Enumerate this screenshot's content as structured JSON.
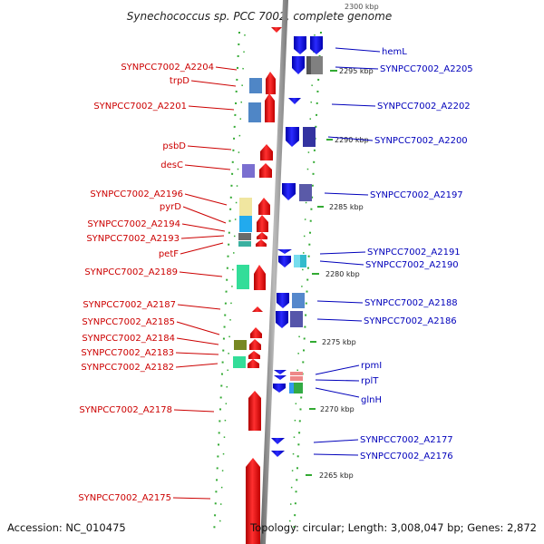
{
  "title": "Synechococcus sp. PCC 7002, complete genome",
  "footer": {
    "accession": "Accession: NC_010475",
    "summary": "Topology: circular; Length: 3,008,047 bp; Genes: 2,872"
  },
  "colors": {
    "reverse_label": "#cc0000",
    "forward_label": "#0000bb",
    "reverse_gene": "#ee0000",
    "forward_gene": "#0000ee",
    "tick": "#33aa33",
    "backbone": "#999999"
  },
  "scale": {
    "top_label": "2300 kbp",
    "markers": [
      {
        "label": "2295 kbp",
        "kbp": 2295
      },
      {
        "label": "2290 kbp",
        "kbp": 2290
      },
      {
        "label": "2285 kbp",
        "kbp": 2285
      },
      {
        "label": "2280 kbp",
        "kbp": 2280
      },
      {
        "label": "2275 kbp",
        "kbp": 2275
      },
      {
        "label": "2270 kbp",
        "kbp": 2270
      },
      {
        "label": "2265 kbp",
        "kbp": 2265
      }
    ]
  },
  "left_labels": [
    "SYNPCC7002_A2204",
    "trpD",
    "SYNPCC7002_A2201",
    "psbD",
    "desC",
    "SYNPCC7002_A2196",
    "pyrD",
    "SYNPCC7002_A2194",
    "SYNPCC7002_A2193",
    "petF",
    "SYNPCC7002_A2189",
    "SYNPCC7002_A2187",
    "SYNPCC7002_A2185",
    "SYNPCC7002_A2184",
    "SYNPCC7002_A2183",
    "SYNPCC7002_A2182",
    "SYNPCC7002_A2178",
    "SYNPCC7002_A2175"
  ],
  "right_labels": [
    "hemL",
    "SYNPCC7002_A2205",
    "SYNPCC7002_A2202",
    "SYNPCC7002_A2200",
    "SYNPCC7002_A2197",
    "SYNPCC7002_A2191",
    "SYNPCC7002_A2190",
    "SYNPCC7002_A2188",
    "SYNPCC7002_A2186",
    "rpmI",
    "rplT",
    "glnH",
    "SYNPCC7002_A2177",
    "SYNPCC7002_A2176"
  ]
}
